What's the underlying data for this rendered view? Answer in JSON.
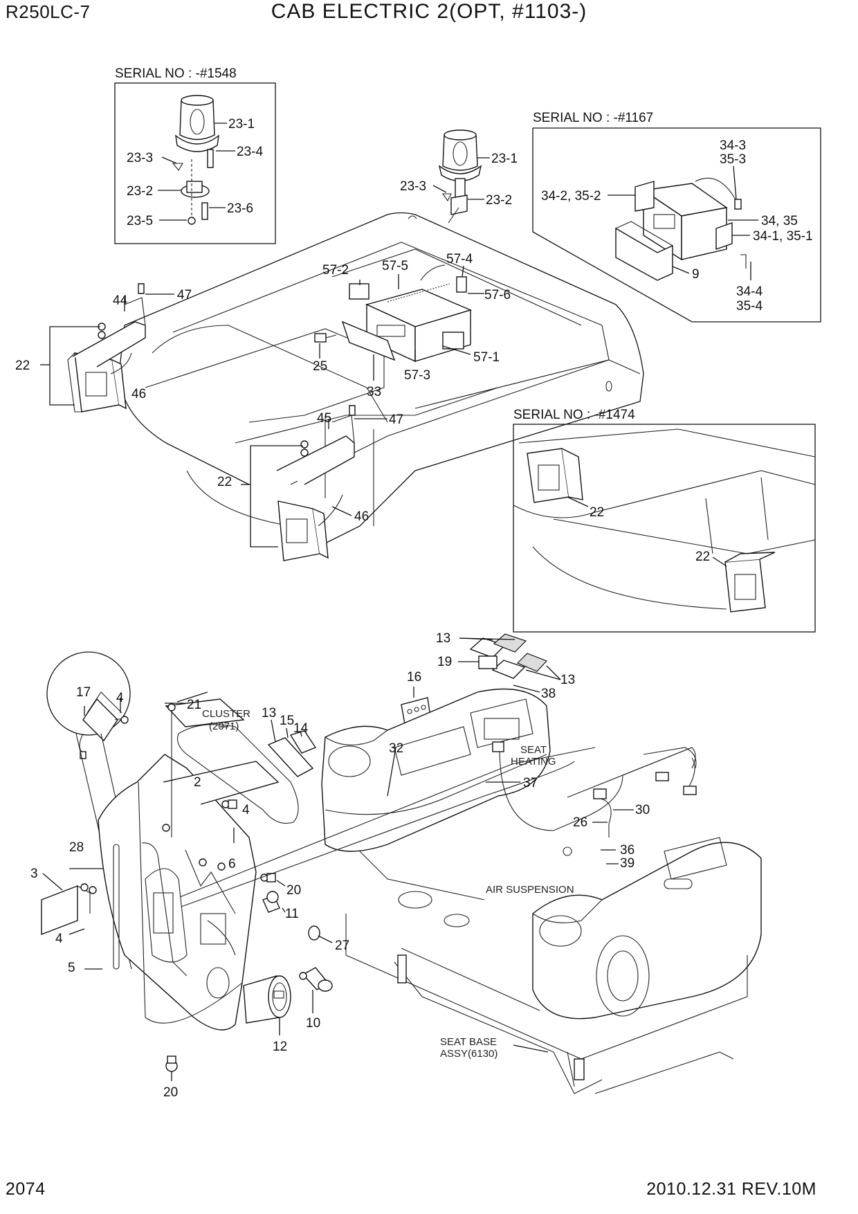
{
  "header": {
    "model": "R250LC-7",
    "title": "CAB ELECTRIC 2(OPT, #1103-)"
  },
  "footer": {
    "page_number": "2074",
    "revision": "2010.12.31  REV.10M"
  },
  "insets": {
    "beacon_serial": "SERIAL NO : -#1548",
    "radio_serial": "SERIAL NO : -#1167",
    "lamp_serial": "SERIAL NO : -#1474"
  },
  "callouts": {
    "c_23_1a": "23-1",
    "c_23_3a": "23-3",
    "c_23_4a": "23-4",
    "c_23_2a": "23-2",
    "c_23_5a": "23-5",
    "c_23_6a": "23-6",
    "c_23_1b": "23-1",
    "c_23_3b": "23-3",
    "c_23_2b": "23-2",
    "c_34_3": "34-3",
    "c_35_3": "35-3",
    "c_34_2": "34-2, 35-2",
    "c_34_35": "34, 35",
    "c_34_1": "34-1, 35-1",
    "c_9": "9",
    "c_34_4": "34-4",
    "c_35_4": "35-4",
    "c_57_2": "57-2",
    "c_57_5": "57-5",
    "c_57_4": "57-4",
    "c_57_6": "57-6",
    "c_57_1": "57-1",
    "c_57_3": "57-3",
    "c_25": "25",
    "c_33": "33",
    "c_44": "44",
    "c_47a": "47",
    "c_22a": "22",
    "c_46a": "46",
    "c_45": "45",
    "c_47b": "47",
    "c_22b": "22",
    "c_46b": "46",
    "c_22c": "22",
    "c_22d": "22",
    "c_13a": "13",
    "c_19": "19",
    "c_13b": "13",
    "c_38": "38",
    "c_16": "16",
    "c_seat_heating_1": "SEAT",
    "c_seat_heating_2": "HEATING",
    "c_37": "37",
    "c_32": "32",
    "c_30": "30",
    "c_26": "26",
    "c_36": "36",
    "c_39": "39",
    "c_air_suspension": "AIR SUSPENSION",
    "c_seat_base_1": "SEAT BASE",
    "c_seat_base_2": "ASSY(6130)",
    "c_17": "17",
    "c_4a": "4",
    "c_21": "21",
    "c_cluster_1": "CLUSTER",
    "c_cluster_2": "(2071)",
    "c_13c": "13",
    "c_15": "15",
    "c_14": "14",
    "c_2": "2",
    "c_4b": "4",
    "c_28": "28",
    "c_3": "3",
    "c_6": "6",
    "c_20a": "20",
    "c_11": "11",
    "c_4c": "4",
    "c_27": "27",
    "c_5": "5",
    "c_10": "10",
    "c_12": "12",
    "c_20b": "20"
  }
}
